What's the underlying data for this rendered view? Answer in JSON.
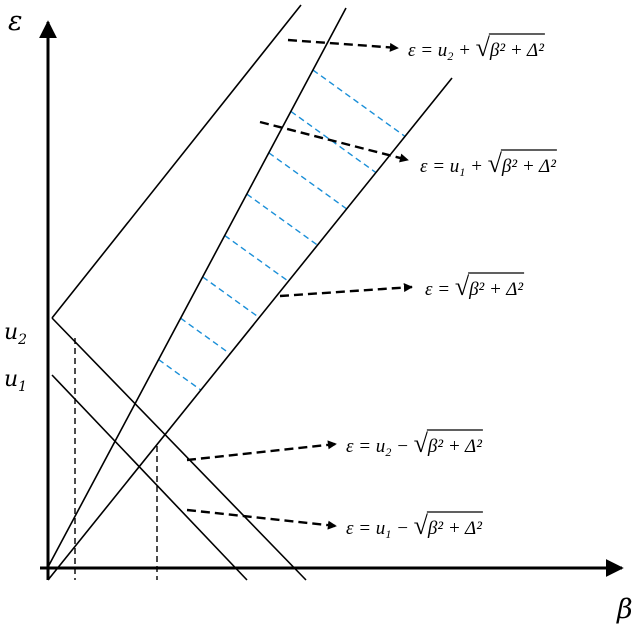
{
  "diagram": {
    "axes": {
      "x_label": "β",
      "y_label": "ε"
    },
    "intercepts": [
      {
        "base": "u",
        "sub": "2"
      },
      {
        "base": "u",
        "sub": "1"
      }
    ],
    "equations": [
      {
        "pre": "ε = u",
        "sub": "2",
        "mid": " + ",
        "rad": "β² + Δ²"
      },
      {
        "pre": "ε = u",
        "sub": "1",
        "mid": " + ",
        "rad": "β² + Δ²"
      },
      {
        "pre": "ε = ",
        "sub": "",
        "mid": "",
        "rad": "β² + Δ²"
      },
      {
        "pre": "ε = u",
        "sub": "2",
        "mid": " − ",
        "rad": "β² + Δ²"
      },
      {
        "pre": "ε = u",
        "sub": "1",
        "mid": " − ",
        "rad": "β² + Δ²"
      }
    ],
    "colors": {
      "lines": "#000000",
      "hatch": "#1a8fd8"
    }
  }
}
